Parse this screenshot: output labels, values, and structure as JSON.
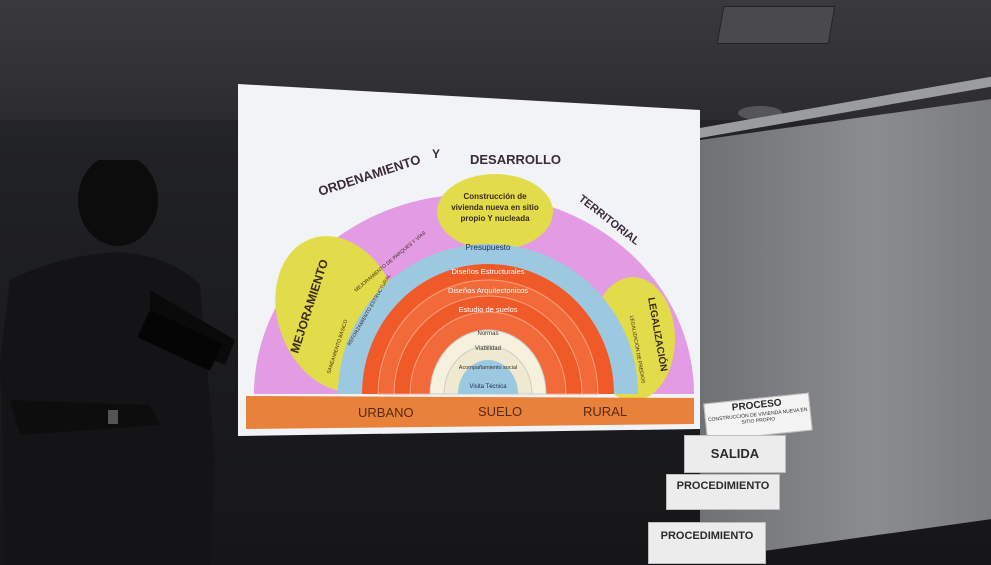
{
  "slide": {
    "arc_words": {
      "ordenamiento": "ORDENAMIENTO",
      "y": "Y",
      "desarrollo": "DESARROLLO",
      "territorial": "TERRITORIAL"
    },
    "top_bubble": [
      "Construcción de",
      "vivienda nueva en sitio",
      "propio Y nucleada"
    ],
    "left_bubble": {
      "title": "MEJORAMIENTO",
      "items": [
        "SANEAMIENTO BÁSICO",
        "REFORZAMIENTO ESTRUCTURAL",
        "MEJORAMIENTO DE PARQUES Y VÍAS"
      ]
    },
    "right_bubble": {
      "title": "LEGALIZACIÓN",
      "items": [
        "LEGALIZACIÓN DE PREDIOS"
      ]
    },
    "rings": [
      "Presupuesto",
      "Diseños Estructurales",
      "Diseños Arquitectonicos",
      "Estudio de suelos",
      "Normas",
      "Viabilidad",
      "Acompañamiento social",
      "Visita Técnica"
    ],
    "base": {
      "left": "URBANO",
      "center": "SUELO",
      "right": "RURAL"
    },
    "colors": {
      "outer": "#e39be3",
      "bubble": "#e2dc4a",
      "blue": "#9cc8e0",
      "red": "#f05a28",
      "cream": "#f5f1dc",
      "base": "#e8813a"
    }
  },
  "stand": {
    "top_label": "PROCESO",
    "top_sub": "CONSTRUCCIÓN DE VIVIENDA NUEVA EN SITIO PROPIO",
    "steps": [
      "SALIDA",
      "PROCEDIMIENTO",
      "PROCEDIMIENTO"
    ]
  }
}
